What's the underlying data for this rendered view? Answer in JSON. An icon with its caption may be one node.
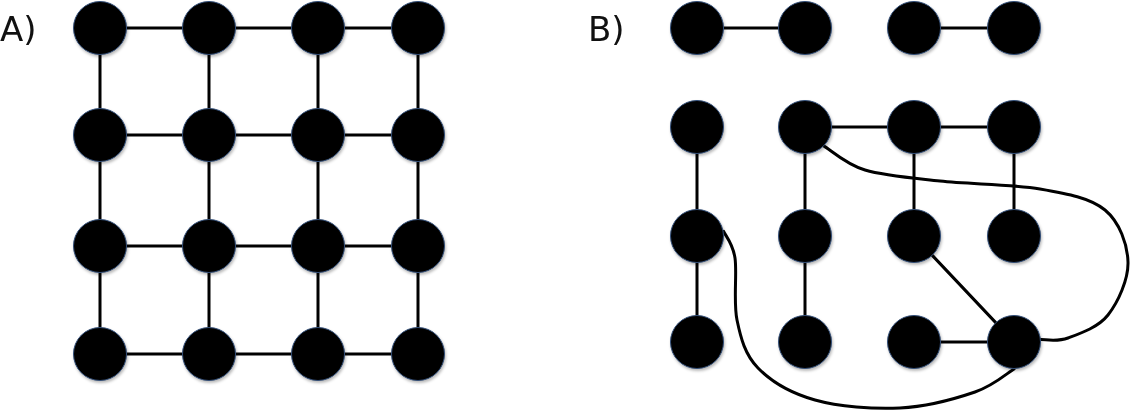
{
  "diagram": {
    "nodes": [
      {
        "text": [],
        "shape": "circle"
      },
      {
        "text": [],
        "shape": "circle"
      },
      {
        "text": [],
        "shape": "circle"
      },
      {
        "text": [],
        "shape": "circle"
      },
      {
        "text": [],
        "shape": "circle"
      },
      {
        "text": [],
        "shape": "circle"
      },
      {
        "text": [],
        "shape": "circle"
      },
      {
        "text": [],
        "shape": "circle"
      },
      {
        "text": [],
        "shape": "circle"
      },
      {
        "text": [],
        "shape": "circle"
      },
      {
        "text": [],
        "shape": "circle"
      },
      {
        "text": [],
        "shape": "circle"
      },
      {
        "text": [],
        "shape": "circle"
      },
      {
        "text": [],
        "shape": "circle"
      },
      {
        "text": [],
        "shape": "circle"
      },
      {
        "text": [],
        "shape": "circle"
      },
      {
        "text": [],
        "shape": "circle"
      },
      {
        "text": [],
        "shape": "circle"
      },
      {
        "text": [],
        "shape": "circle"
      },
      {
        "text": [],
        "shape": "circle"
      },
      {
        "text": [],
        "shape": "circle"
      },
      {
        "text": [],
        "shape": "circle"
      },
      {
        "text": [],
        "shape": "circle"
      },
      {
        "text": [],
        "shape": "circle"
      },
      {
        "text": [],
        "shape": "circle"
      },
      {
        "text": [],
        "shape": "circle"
      },
      {
        "text": [],
        "shape": "circle"
      },
      {
        "text": [],
        "shape": "circle"
      },
      {
        "text": [],
        "shape": "circle"
      },
      {
        "text": [],
        "shape": "circle"
      },
      {
        "text": [],
        "shape": "circle"
      },
      {
        "text": [],
        "shape": "circle"
      }
    ],
    "edges": [
      {
        "from": 0,
        "to": 1,
        "arrow": "none"
      },
      {
        "from": 1,
        "to": 2,
        "arrow": "none"
      },
      {
        "from": 2,
        "to": 3,
        "arrow": "none"
      },
      {
        "from": 4,
        "to": 5,
        "arrow": "none"
      },
      {
        "from": 5,
        "to": 6,
        "arrow": "none"
      },
      {
        "from": 6,
        "to": 7,
        "arrow": "none"
      },
      {
        "from": 8,
        "to": 9,
        "arrow": "none"
      },
      {
        "from": 9,
        "to": 10,
        "arrow": "none"
      },
      {
        "from": 10,
        "to": 11,
        "arrow": "none"
      },
      {
        "from": 12,
        "to": 13,
        "arrow": "none"
      },
      {
        "from": 13,
        "to": 14,
        "arrow": "none"
      },
      {
        "from": 14,
        "to": 15,
        "arrow": "none"
      },
      {
        "from": 0,
        "to": 4,
        "arrow": "none"
      },
      {
        "from": 1,
        "to": 5,
        "arrow": "none"
      },
      {
        "from": 2,
        "to": 6,
        "arrow": "none"
      },
      {
        "from": 3,
        "to": 7,
        "arrow": "none"
      },
      {
        "from": 4,
        "to": 8,
        "arrow": "none"
      },
      {
        "from": 5,
        "to": 9,
        "arrow": "none"
      },
      {
        "from": 6,
        "to": 10,
        "arrow": "none"
      },
      {
        "from": 7,
        "to": 11,
        "arrow": "none"
      },
      {
        "from": 8,
        "to": 12,
        "arrow": "none"
      },
      {
        "from": 9,
        "to": 13,
        "arrow": "none"
      },
      {
        "from": 10,
        "to": 14,
        "arrow": "none"
      },
      {
        "from": 11,
        "to": 15,
        "arrow": "none"
      },
      {
        "from": 16,
        "to": 17,
        "arrow": "none"
      },
      {
        "from": 18,
        "to": 19,
        "arrow": "none"
      },
      {
        "from": 21,
        "to": 22,
        "arrow": "none"
      },
      {
        "from": 22,
        "to": 23,
        "arrow": "none"
      },
      {
        "from": 20,
        "to": 24,
        "arrow": "none"
      },
      {
        "from": 24,
        "to": 28,
        "arrow": "none"
      },
      {
        "from": 21,
        "to": 25,
        "arrow": "none"
      },
      {
        "from": 25,
        "to": 29,
        "arrow": "none"
      },
      {
        "from": 22,
        "to": 26,
        "arrow": "none"
      },
      {
        "from": 23,
        "to": 27,
        "arrow": "none"
      },
      {
        "from": 26,
        "to": 31,
        "arrow": "none"
      },
      {
        "from": 30,
        "to": 31,
        "arrow": "none"
      },
      {
        "from": 21,
        "to": 31,
        "arrow": "none"
      },
      {
        "from": 24,
        "to": 31,
        "arrow": "none"
      }
    ],
    "labels": [
      "A)",
      "B)"
    ]
  }
}
